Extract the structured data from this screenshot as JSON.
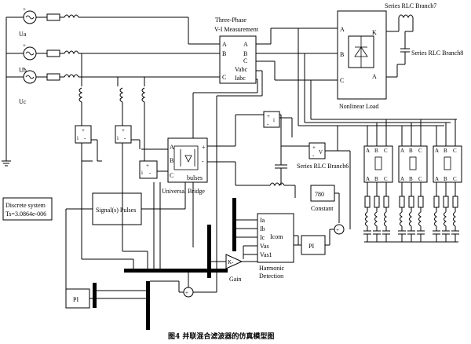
{
  "sources": [
    "Ua",
    "Ub",
    "Uc"
  ],
  "vi_measurement": {
    "title_line1": "Three-Phase",
    "title_line2": "V-I Measurement",
    "ports_in": [
      "A",
      "B",
      "C"
    ],
    "ports_out": [
      "A",
      "B",
      "C",
      "Vabc",
      "Iabc"
    ]
  },
  "nonlinear_load": {
    "label": "Nonlinear Load",
    "ports": [
      "A",
      "B",
      "C",
      "K",
      "A"
    ]
  },
  "rlc": {
    "branch6": "Series RLC Branch6",
    "branch7": "Series RLC Branch7",
    "branch8": "Series RLC Branch8"
  },
  "universal_bridge": {
    "label": "Universal Bridge",
    "ports": [
      "A",
      "B",
      "C",
      "+",
      "-"
    ],
    "pulses_port": "bulses"
  },
  "constant": {
    "value": "780",
    "label": "Constant"
  },
  "pi_controllers": [
    "PI",
    "PI"
  ],
  "harmonic_detection": {
    "ports_in": [
      "Ia",
      "Ib",
      "Ic",
      "Vas",
      "Vas1"
    ],
    "port_out": "Icom",
    "label_line1": "Harmonic",
    "label_line2": "Detection"
  },
  "gain": {
    "label": "Gain"
  },
  "discrete_system": {
    "title": "Discrete system",
    "ts": "Ts=3.0864e-006"
  },
  "signal_pulses": {
    "label": "Signal(s) Pulses"
  },
  "caption": "图4  并联混合滤波器的仿真模型图"
}
